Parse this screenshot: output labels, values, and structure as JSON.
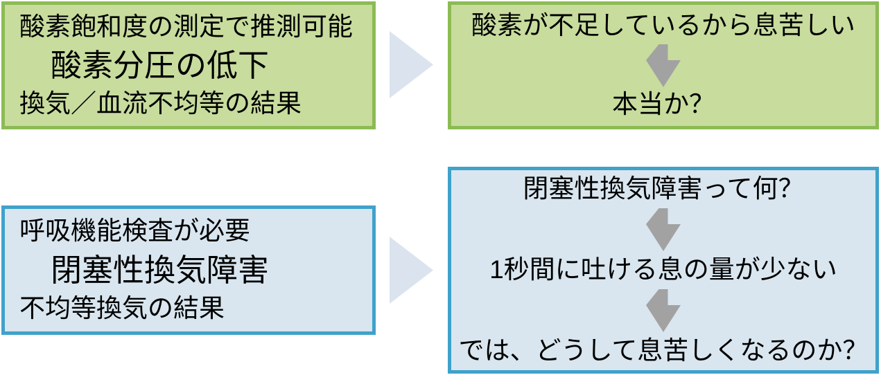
{
  "colors": {
    "green_border": "#8CBB53",
    "green_fill": "#C8DC9E",
    "blue_border": "#3FA2CB",
    "blue_fill": "#D9E6EF",
    "triangle_fill": "#DBE4EE",
    "arrow_gray": "#A2A2A2",
    "text": "#000000"
  },
  "boxes": {
    "top_left": {
      "line1": "酸素飽和度の測定で推測可能",
      "line2": "酸素分圧の低下",
      "line3": "換気／血流不均等の結果"
    },
    "top_right": {
      "line1": "酸素が不足しているから息苦しい",
      "line2": "本当か？"
    },
    "bottom_left": {
      "line1": "呼吸機能検査が必要",
      "line2": "閉塞性換気障害",
      "line3": "不均等換気の結果"
    },
    "bottom_right": {
      "line1": "閉塞性換気障害って何？",
      "line2": "1秒間に吐ける息の量が少ない",
      "line3": "では、どうして息苦しくなるのか？"
    }
  },
  "icons": {
    "flow_arrow_right": "right-pointing-triangle",
    "down_block_arrow": "down-block-arrow"
  }
}
